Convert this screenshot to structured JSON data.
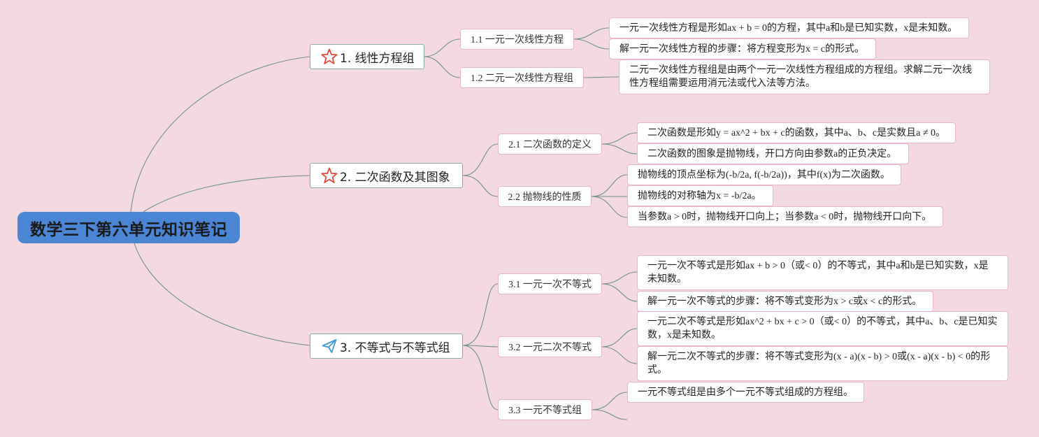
{
  "root": "数学三下第六单元知识笔记",
  "branches": [
    {
      "title": "1. 线性方程组",
      "icon": "star-icon",
      "subs": [
        {
          "title": "1.1 一元一次线性方程",
          "leaves": [
            "一元一次线性方程是形如ax + b = 0的方程，其中a和b是已知实数，x是未知数。",
            "解一元一次线性方程的步骤：将方程变形为x = c的形式。"
          ]
        },
        {
          "title": "1.2 二元一次线性方程组",
          "leaves": [
            "二元一次线性方程组是由两个一元一次线性方程组成的方程组。求解二元一次线性方程组需要运用消元法或代入法等方法。"
          ]
        }
      ]
    },
    {
      "title": "2. 二次函数及其图象",
      "icon": "star-icon",
      "subs": [
        {
          "title": "2.1 二次函数的定义",
          "leaves": [
            "二次函数是形如y = ax^2 + bx + c的函数，其中a、b、c是实数且a ≠ 0。",
            "二次函数的图象是抛物线，开口方向由参数a的正负决定。"
          ]
        },
        {
          "title": "2.2 抛物线的性质",
          "leaves": [
            "抛物线的顶点坐标为(-b/2a, f(-b/2a))，其中f(x)为二次函数。",
            "抛物线的对称轴为x = -b/2a。",
            "当参数a > 0时，抛物线开口向上；当参数a < 0时，抛物线开口向下。"
          ]
        }
      ]
    },
    {
      "title": "3. 不等式与不等式组",
      "icon": "paper-plane-icon",
      "subs": [
        {
          "title": "3.1 一元一次不等式",
          "leaves": [
            "一元一次不等式是形如ax + b > 0（或< 0）的不等式，其中a和b是已知实数，x是未知数。",
            "解一元一次不等式的步骤：将不等式变形为x > c或x < c的形式。"
          ]
        },
        {
          "title": "3.2 一元二次不等式",
          "leaves": [
            "一元二次不等式是形如ax^2 + bx + c > 0（或< 0）的不等式，其中a、b、c是已知实数，x是未知数。",
            "解一元二次不等式的步骤：将不等式变形为(x - a)(x - b) > 0或(x - a)(x - b) < 0的形式。"
          ]
        },
        {
          "title": "3.3 一元不等式组",
          "leaves": [
            "一元不等式组是由多个一元不等式组成的方程组。"
          ]
        }
      ]
    }
  ]
}
